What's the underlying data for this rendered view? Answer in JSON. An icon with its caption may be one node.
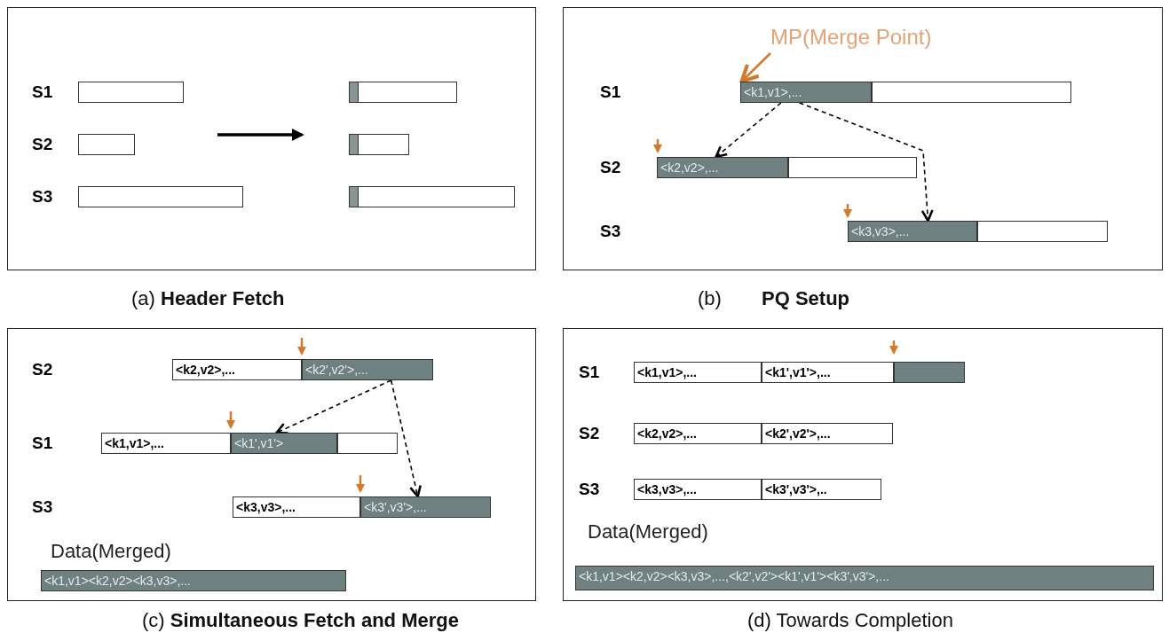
{
  "diagram": {
    "nodes": [
      {
        "text": [],
        "shape": "box",
        "beside": [
          "(a) **Header Fetch**"
        ]
      },
      {
        "text": [],
        "shape": "bar",
        "in": 0
      },
      {
        "text": [],
        "shape": "bar",
        "in": 0
      },
      {
        "text": [],
        "shape": "bar",
        "in": 0
      },
      {
        "text": [],
        "shape": "bar",
        "in": 0
      },
      {
        "text": [],
        "shape": "bar",
        "in": 0
      },
      {
        "text": [],
        "shape": "bar",
        "in": 0
      },
      {
        "text": [],
        "shape": "box",
        "beside": [
          "(b)",
          "**PQ Setup**"
        ]
      },
      {
        "text": [
          "MP(Merge Point)"
        ],
        "in": 7
      },
      {
        "text": [
          "<k1,v1>,..."
        ],
        "in": 7
      },
      {
        "text": [],
        "shape": "bar",
        "in": 7
      },
      {
        "text": [
          "<k2,v2>,..."
        ],
        "in": 7
      },
      {
        "text": [],
        "shape": "bar",
        "in": 7
      },
      {
        "text": [
          "<k3,v3>,..."
        ],
        "in": 7
      },
      {
        "text": [],
        "shape": "bar",
        "in": 7
      },
      {
        "text": [],
        "shape": "box",
        "beside": [
          "(c) **Simultaneous Fetch and Merge**"
        ]
      },
      {
        "text": [
          "<k2,v2>,..."
        ],
        "in": 15
      },
      {
        "text": [
          "<k2',v2'>,..."
        ],
        "in": 15
      },
      {
        "text": [
          "<k1,v1>,..."
        ],
        "in": 15
      },
      {
        "text": [
          "<k1',v1'>"
        ],
        "in": 15
      },
      {
        "text": [],
        "shape": "bar",
        "in": 15
      },
      {
        "text": [
          "<k3,v3>,..."
        ],
        "in": 15
      },
      {
        "text": [
          "<k3',v3'>,..."
        ],
        "in": 15
      },
      {
        "text": [
          "<k1,v1><k2,v2><k3,v3>,..."
        ],
        "in": 15,
        "beside": [
          "Data(Merged)"
        ]
      },
      {
        "text": [],
        "shape": "box",
        "beside": [
          "(d) Towards Completion"
        ]
      },
      {
        "text": [
          "<k1,v1>,..."
        ],
        "in": 24
      },
      {
        "text": [
          "<k1',v1'>,..."
        ],
        "in": 24
      },
      {
        "text": [],
        "shape": "bar",
        "in": 24
      },
      {
        "text": [
          "<k2,v2>,..."
        ],
        "in": 24
      },
      {
        "text": [
          "<k2',v2'>,..."
        ],
        "in": 24
      },
      {
        "text": [
          "<k3,v3>,..."
        ],
        "in": 24
      },
      {
        "text": [
          "<k3',v3'>,.."
        ],
        "in": 24
      },
      {
        "text": [
          "<k1,v1><k2,v2><k3,v3>,...,<k2',v2'><k1',v1'><k3',v3'>,..."
        ],
        "in": 24,
        "beside": [
          "Data(Merged)"
        ]
      }
    ],
    "edges": [
      {
        "from": 8,
        "to": 9,
        "arrow": "to",
        "color": "#d4782b"
      },
      {
        "from": 9,
        "to": 11,
        "arrow": "to",
        "style": "dashed"
      },
      {
        "from": 9,
        "to": 13,
        "arrow": "to",
        "style": "dashed"
      },
      {
        "from": 17,
        "to": 19,
        "arrow": "to",
        "style": "dashed"
      },
      {
        "from": 17,
        "to": 22,
        "arrow": "to",
        "style": "dashed"
      }
    ],
    "labels": [
      "S1",
      "S2",
      "S3",
      "S1",
      "S2",
      "S3",
      "S2",
      "S1",
      "S3",
      "S1",
      "S2",
      "S3"
    ]
  }
}
